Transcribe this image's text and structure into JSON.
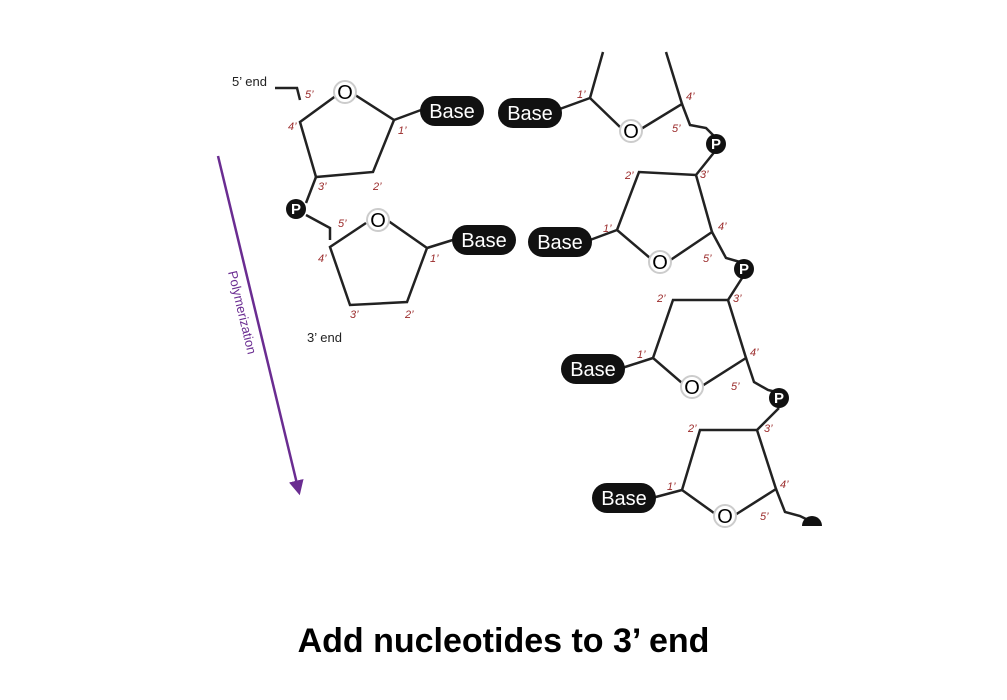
{
  "colors": {
    "stroke": "#222222",
    "base_bg": "#111111",
    "base_text": "#ffffff",
    "carbon": "#9b2b2b",
    "arrow": "#6a2c91"
  },
  "labels": {
    "five_prime_end": "5’ end",
    "three_prime_end": "3’ end",
    "polymerization": "Polymerization",
    "caption": "Add nucleotides to 3’ end"
  },
  "glyphs": {
    "base": "Base",
    "oxygen": "O",
    "phosphate": "P"
  },
  "carbons": {
    "c1": "1’",
    "c2": "2’",
    "c3": "3’",
    "c4": "4’",
    "c5": "5’"
  }
}
